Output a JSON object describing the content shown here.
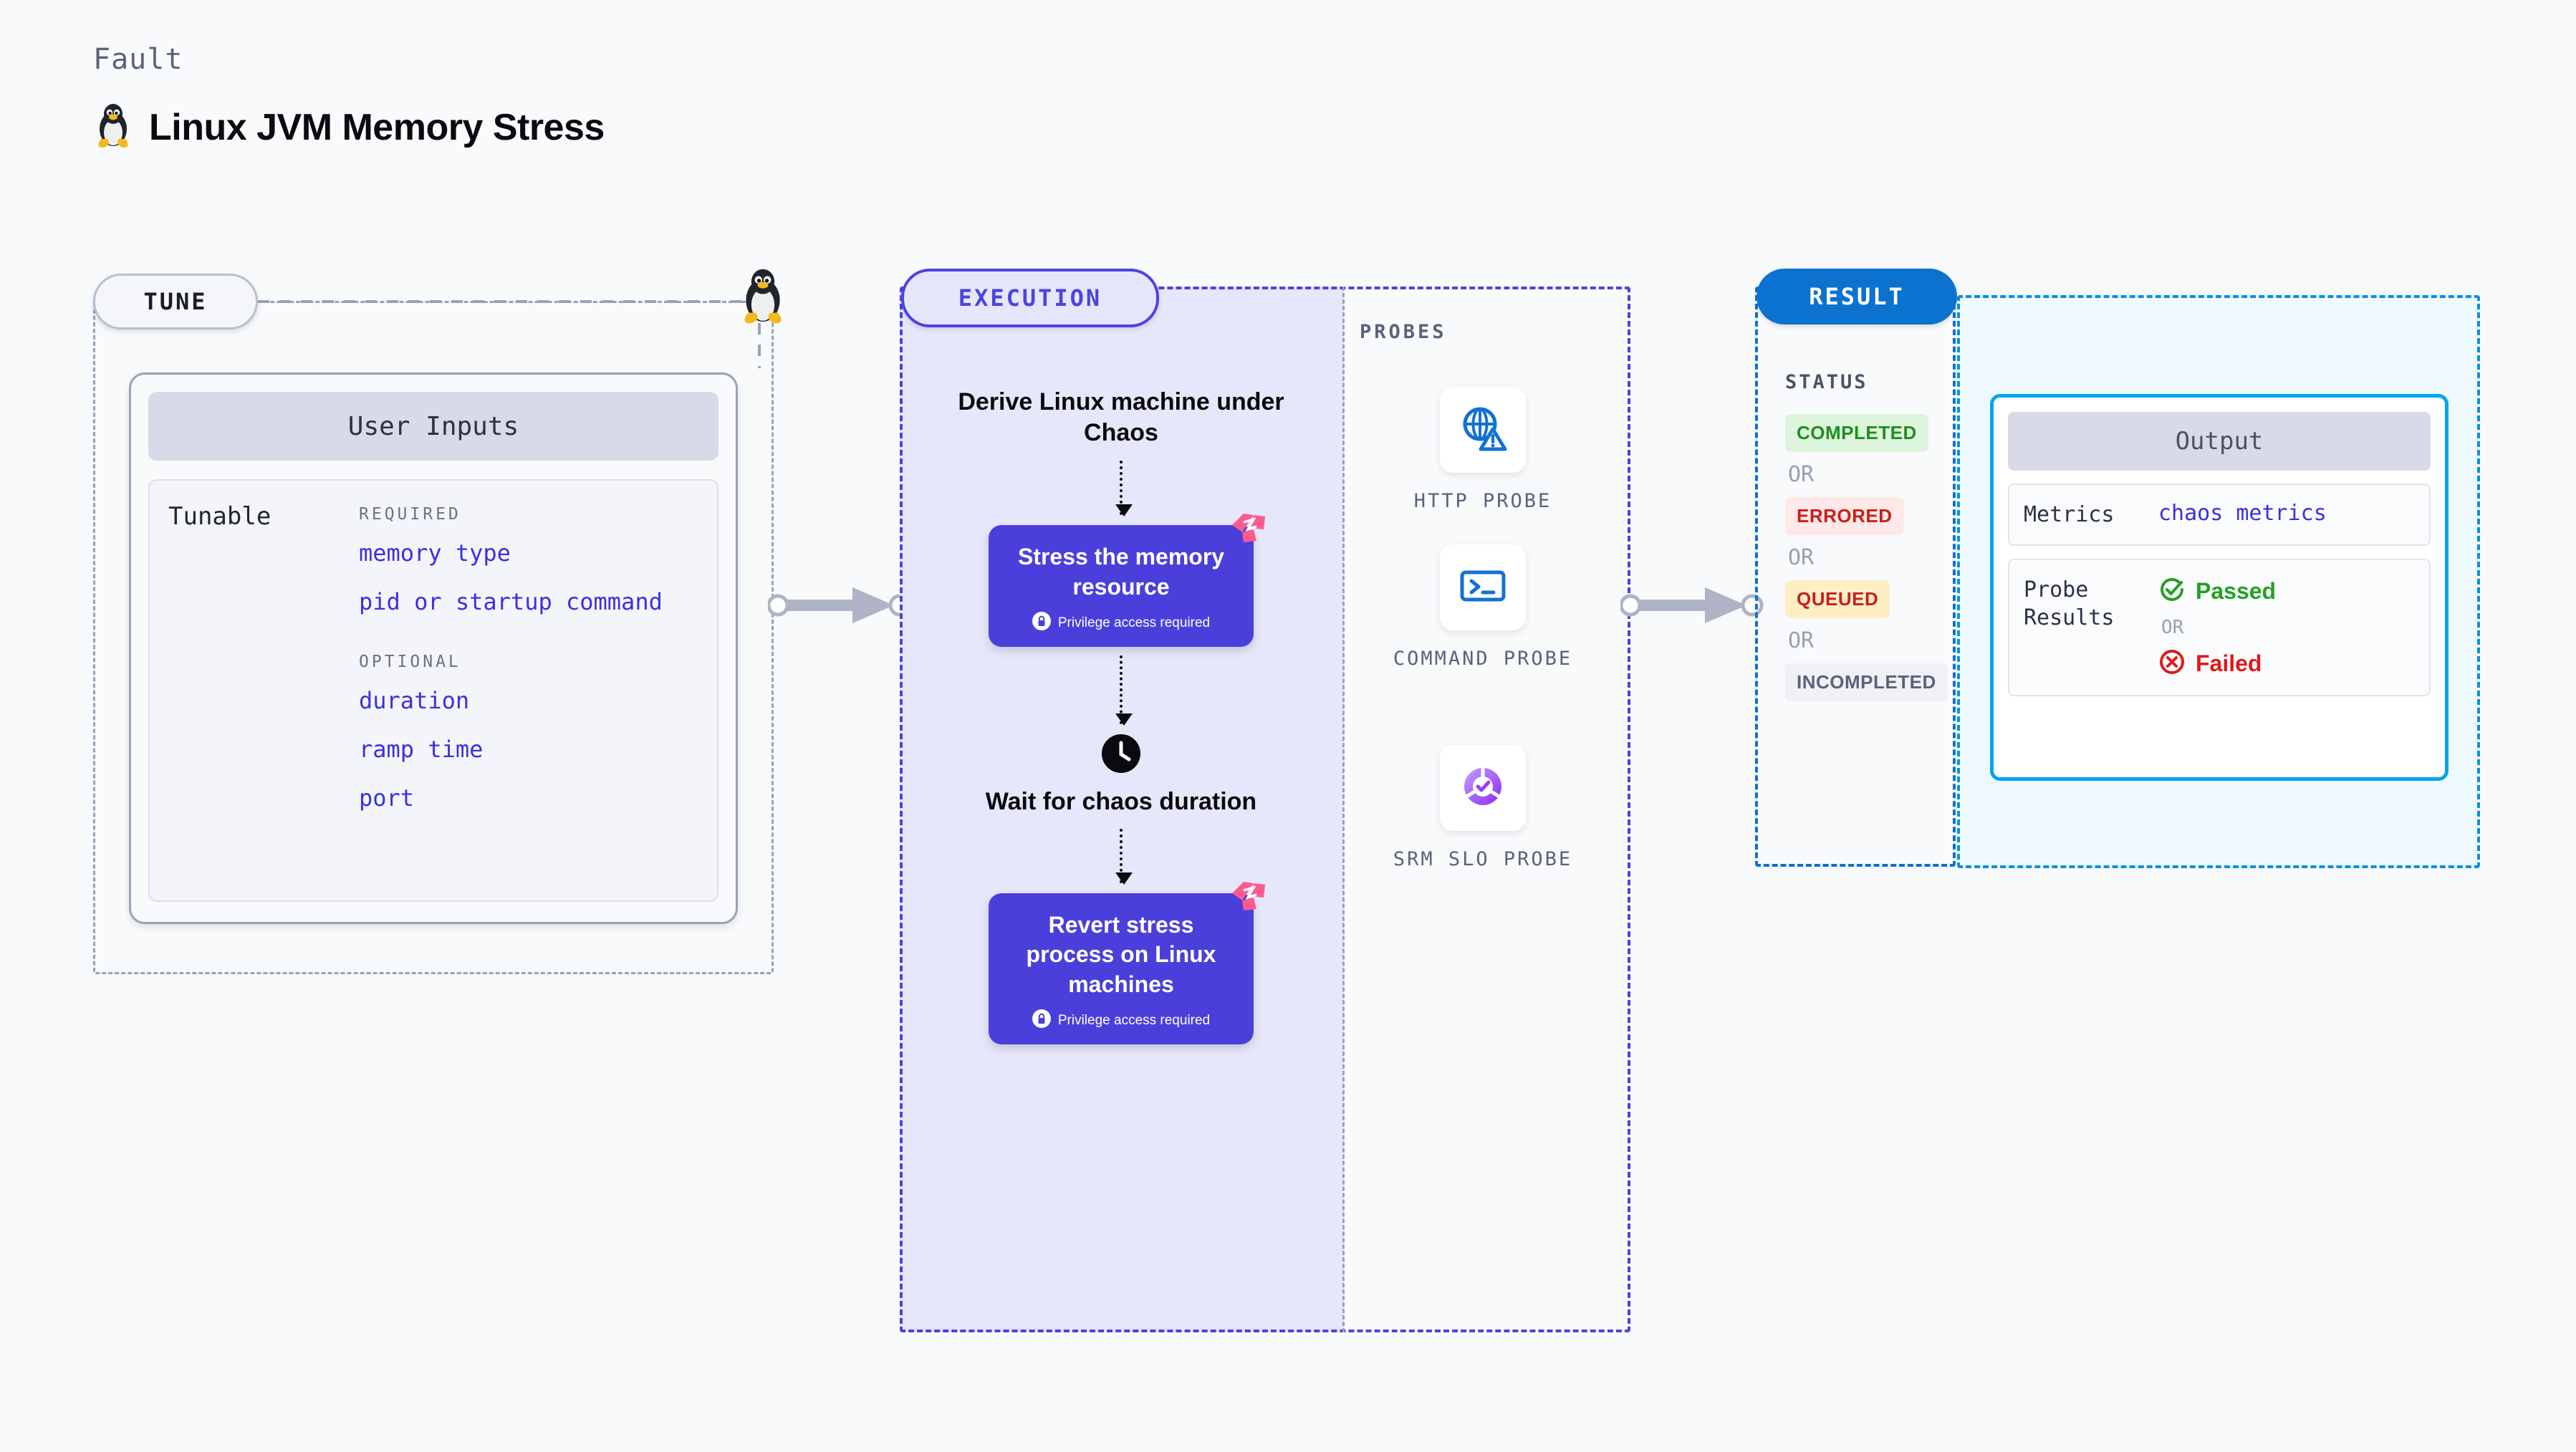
{
  "header": {
    "eyebrow": "Fault",
    "title": "Linux JVM Memory Stress",
    "icon": "linux-penguin-icon"
  },
  "tune": {
    "badge": "TUNE",
    "card_title": "User Inputs",
    "tunable_label": "Tunable",
    "groups": [
      {
        "title": "REQUIRED",
        "items": [
          "memory type",
          "pid or startup command"
        ]
      },
      {
        "title": "OPTIONAL",
        "items": [
          "duration",
          "ramp time",
          "port"
        ]
      }
    ]
  },
  "execution": {
    "badge": "EXECUTION",
    "step_derive": "Derive Linux machine under Chaos",
    "step_stress": "Stress the memory resource",
    "step_wait": "Wait for chaos duration",
    "step_revert": "Revert stress process on Linux machines",
    "privilege_note": "Privilege access required",
    "clock_icon": "clock-icon",
    "ribbon_icon": "litmus-ribbon-icon",
    "lock_icon": "lock-icon"
  },
  "probes": {
    "title": "PROBES",
    "items": [
      {
        "label": "HTTP PROBE",
        "icon": "globe-warning-icon"
      },
      {
        "label": "COMMAND PROBE",
        "icon": "terminal-icon"
      },
      {
        "label": "SRM SLO PROBE",
        "icon": "slo-donut-check-icon"
      }
    ]
  },
  "result": {
    "badge": "RESULT",
    "status_title": "STATUS",
    "or_label": "OR",
    "statuses": [
      {
        "label": "COMPLETED",
        "color": "#1e8e1e",
        "bg": "#dcf5dc"
      },
      {
        "label": "ERRORED",
        "color": "#c81e1e",
        "bg": "#fde9e7"
      },
      {
        "label": "QUEUED",
        "color": "#c81e1e",
        "bg": "#fdeec4"
      },
      {
        "label": "INCOMPLETED",
        "color": "#5b6279",
        "bg": "#eff1f6"
      }
    ]
  },
  "output": {
    "card_title": "Output",
    "metrics_label": "Metrics",
    "metrics_value": "chaos metrics",
    "probe_results_label": "Probe Results",
    "passed_label": "Passed",
    "failed_label": "Failed",
    "or_label": "OR",
    "passed_icon": "check-circle-icon",
    "failed_icon": "x-circle-icon"
  },
  "colors": {
    "purple": "#4b3fdb",
    "blue": "#0b72d0",
    "cyan": "#00a5ef",
    "pink": "#fb5a8d",
    "gray_dash": "#9aa2b4"
  }
}
